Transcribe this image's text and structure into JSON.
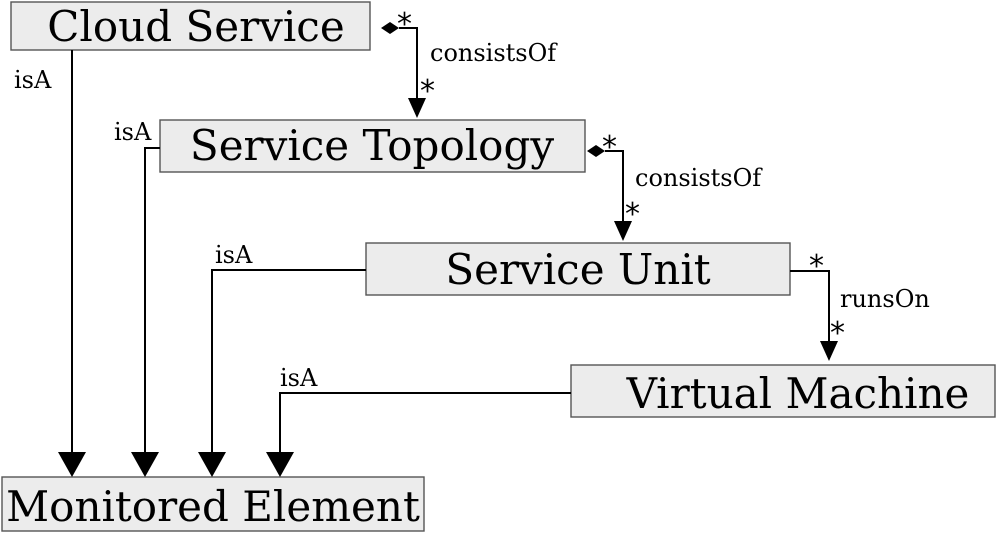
{
  "nodes": {
    "cloud_service": "Cloud Service",
    "service_topology": "Service Topology",
    "service_unit": "Service Unit",
    "virtual_machine": "Virtual Machine",
    "monitored_element": "Monitored Element"
  },
  "relations": {
    "consists_of_1": "consistsOf",
    "consists_of_2": "consistsOf",
    "runs_on": "runsOn",
    "isa_1": "isA",
    "isa_2": "isA",
    "isa_3": "isA",
    "isa_4": "isA"
  },
  "multiplicity": "*"
}
